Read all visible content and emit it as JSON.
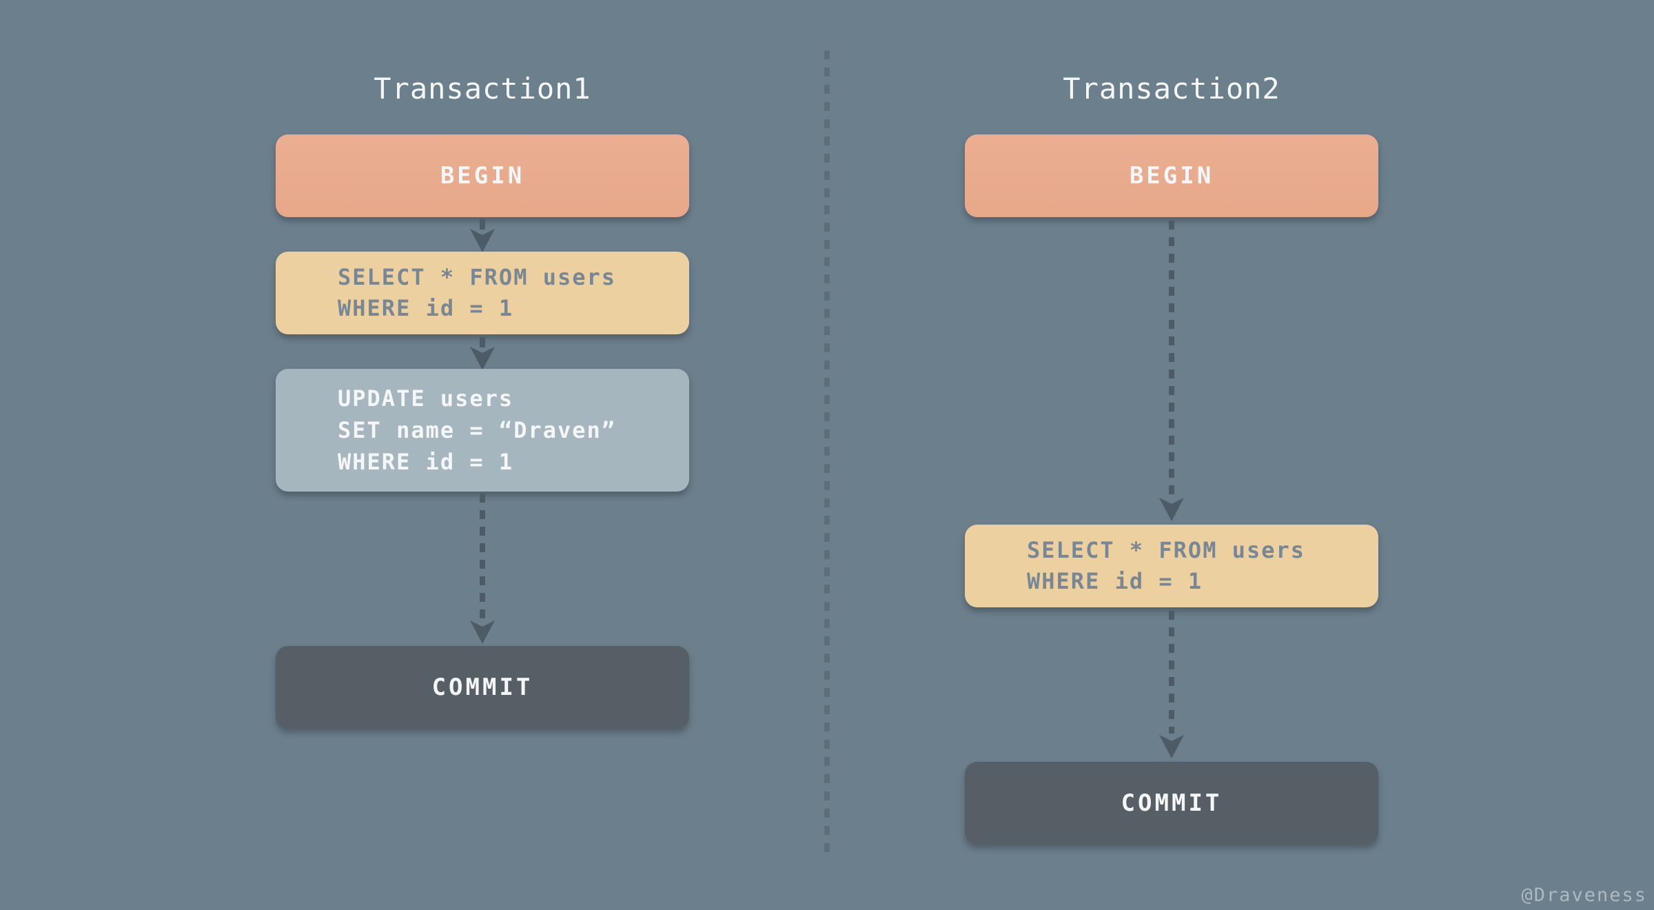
{
  "diagram": {
    "columns": [
      {
        "title": "Transaction1",
        "nodes": [
          {
            "type": "begin",
            "label": "BEGIN"
          },
          {
            "type": "sql",
            "lines": [
              "SELECT * FROM users",
              "WHERE id = 1"
            ]
          },
          {
            "type": "sql",
            "lines": [
              "UPDATE users",
              "SET name = “Draven”",
              "WHERE id = 1"
            ]
          },
          {
            "type": "commit",
            "label": "COMMIT"
          }
        ]
      },
      {
        "title": "Transaction2",
        "nodes": [
          {
            "type": "begin",
            "label": "BEGIN"
          },
          {
            "type": "sql",
            "lines": [
              "SELECT * FROM users",
              "WHERE id = 1"
            ]
          },
          {
            "type": "commit",
            "label": "COMMIT"
          }
        ]
      }
    ],
    "watermark": "@Draveness",
    "colors": {
      "background": "#6C7F8C",
      "begin": "#E7A88A",
      "select": "#EDD0A0",
      "update": "#A5B6BF",
      "commit": "#575F66",
      "sql_text": "#798795",
      "light_text": "#F4F6F7",
      "arrow": "#4C5B66",
      "divider": "#5C6C77",
      "watermark": "#C3CDD4"
    }
  }
}
